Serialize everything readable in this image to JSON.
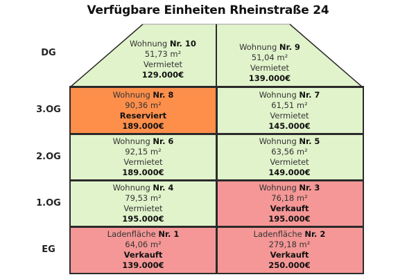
{
  "title": "Verfügbare Einheiten Rheinstraße 24",
  "colors": {
    "vermietet": "#e1f3cb",
    "reserviert": "#fd8f4b",
    "verkauft": "#f49796",
    "border": "#2a2a2a"
  },
  "floors": [
    {
      "label": "DG",
      "units": [
        {
          "type": "Wohnung",
          "nr": "Nr. 10",
          "area": "51,73 m²",
          "status": "Vermietet",
          "status_bold": false,
          "price": "129.000€",
          "color": "vermietet"
        },
        {
          "type": "Wohnung",
          "nr": "Nr. 9",
          "area": "51,04 m²",
          "status": "Vermietet",
          "status_bold": false,
          "price": "139.000€",
          "color": "vermietet"
        }
      ]
    },
    {
      "label": "3.OG",
      "units": [
        {
          "type": "Wohnung",
          "nr": "Nr. 8",
          "area": "90,36 m²",
          "status": "Reserviert",
          "status_bold": true,
          "price": "189.000€",
          "color": "reserviert"
        },
        {
          "type": "Wohnung",
          "nr": "Nr. 7",
          "area": "61,51 m²",
          "status": "Vermietet",
          "status_bold": false,
          "price": "145.000€",
          "color": "vermietet"
        }
      ]
    },
    {
      "label": "2.OG",
      "units": [
        {
          "type": "Wohnung",
          "nr": "Nr. 6",
          "area": "92,15 m²",
          "status": "Vermietet",
          "status_bold": false,
          "price": "189.000€",
          "color": "vermietet"
        },
        {
          "type": "Wohnung",
          "nr": "Nr. 5",
          "area": "63,56 m²",
          "status": "Vermietet",
          "status_bold": false,
          "price": "149.000€",
          "color": "vermietet"
        }
      ]
    },
    {
      "label": "1.OG",
      "units": [
        {
          "type": "Wohnung",
          "nr": "Nr. 4",
          "area": "79,53 m²",
          "status": "Vermietet",
          "status_bold": false,
          "price": "195.000€",
          "color": "vermietet"
        },
        {
          "type": "Wohnung",
          "nr": "Nr. 3",
          "area": "76,18 m²",
          "status": "Verkauft",
          "status_bold": true,
          "price": "195.000€",
          "color": "verkauft"
        }
      ]
    },
    {
      "label": "EG",
      "units": [
        {
          "type": "Ladenfläche",
          "nr": "Nr. 1",
          "area": "64,06 m²",
          "status": "Verkauft",
          "status_bold": true,
          "price": "139.000€",
          "color": "verkauft"
        },
        {
          "type": "Ladenfläche",
          "nr": "Nr. 2",
          "area": "279,18 m²",
          "status": "Verkauft",
          "status_bold": true,
          "price": "250.000€",
          "color": "verkauft"
        }
      ]
    }
  ]
}
